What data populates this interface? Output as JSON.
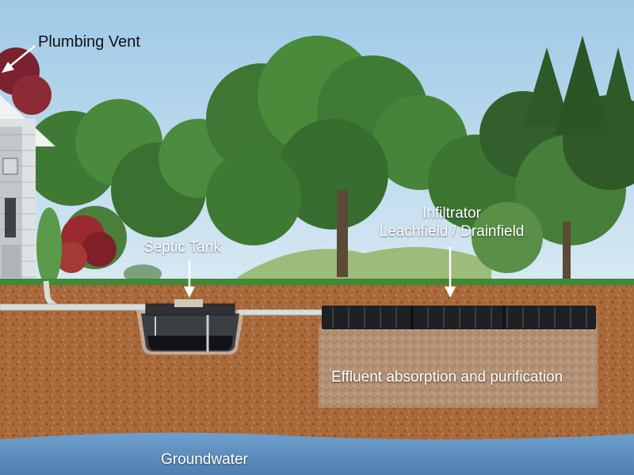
{
  "labels": {
    "plumbing_vent": "Plumbing Vent",
    "septic_tank": "Septic Tank",
    "infiltrator_line1": "Infiltrator",
    "infiltrator_line2": "Leachfield / Drainfield",
    "effluent": "Effluent absorption and purification",
    "groundwater": "Groundwater"
  },
  "colors": {
    "sky": "#b9d8ec",
    "grass": "#3f8a36",
    "soil": "#a9693a",
    "soil_dark": "#8a5228",
    "gravel_bed": "#b89a7e",
    "groundwater": "#5f8fbf",
    "tank": "#3a3f44",
    "chambers": "#1e2124",
    "pipe": "#d9dcd8",
    "house": "#dfe2e4"
  }
}
